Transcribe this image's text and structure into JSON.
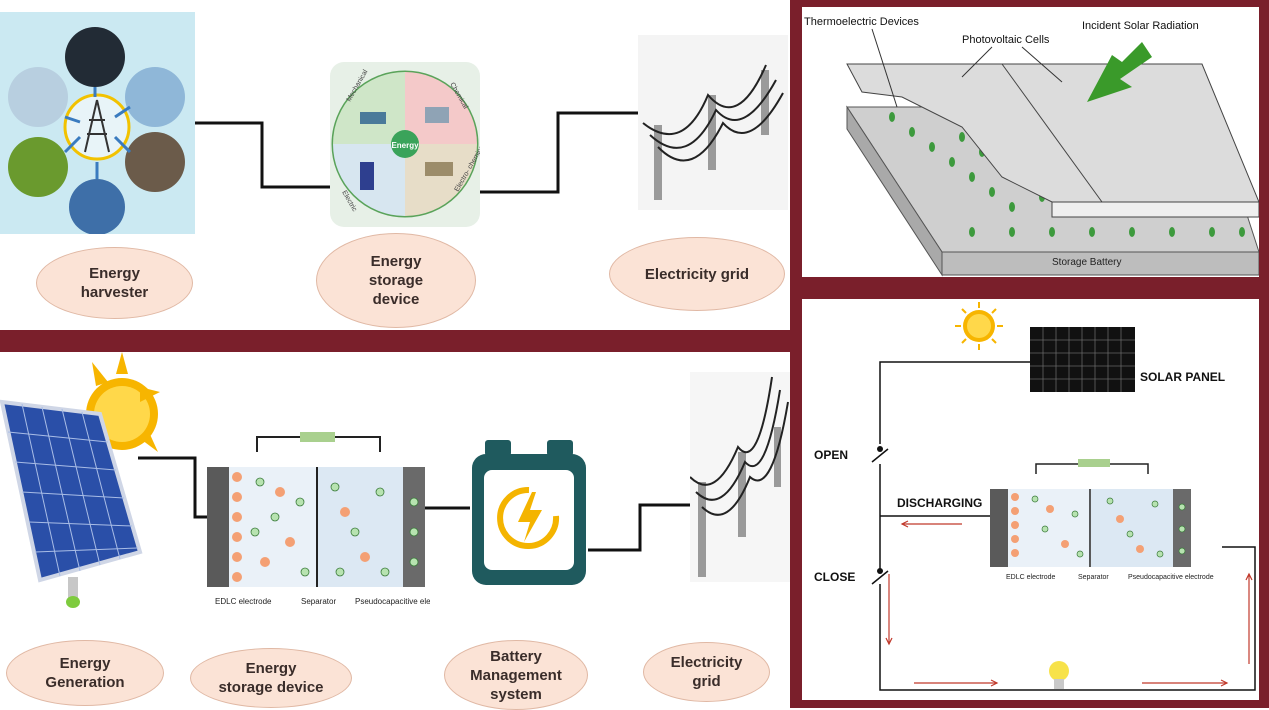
{
  "top_left": {
    "label_harvester": "Energy\nharvester",
    "label_storage": "Energy\nstorage\ndevice",
    "label_grid": "Electricity grid",
    "storage_sectors": {
      "mechanical": "Mechanical",
      "chemical": "Chemical",
      "electric": "Electric",
      "electrochemical": "Electro-\nchemical",
      "center": "Energy"
    }
  },
  "top_right": {
    "thermoelectric": "Thermoelectric Devices",
    "photovoltaic": "Photovoltaic Cells",
    "incident": "Incident Solar Radiation",
    "storage_battery": "Storage Battery"
  },
  "bottom_left": {
    "label_generation": "Energy\nGeneration",
    "label_storage": "Energy\nstorage device",
    "label_bms": "Battery\nManagement\nsystem",
    "label_grid": "Electricity\ngrid",
    "edlc": "EDLC electrode",
    "separator": "Separator",
    "pseudo": "Pseudocapacitive electrode"
  },
  "bottom_right": {
    "solar_panel": "SOLAR PANEL",
    "open": "OPEN",
    "close": "CLOSE",
    "discharging": "DISCHARGING",
    "edlc": "EDLC electrode",
    "separator": "Separator",
    "pseudo": "Pseudocapacitive electrode"
  },
  "colors": {
    "frame": "#7a1f2b",
    "oval_fill": "#fbe3d6",
    "bms_teal": "#1f5a5e",
    "bms_yellow": "#f4b400"
  }
}
